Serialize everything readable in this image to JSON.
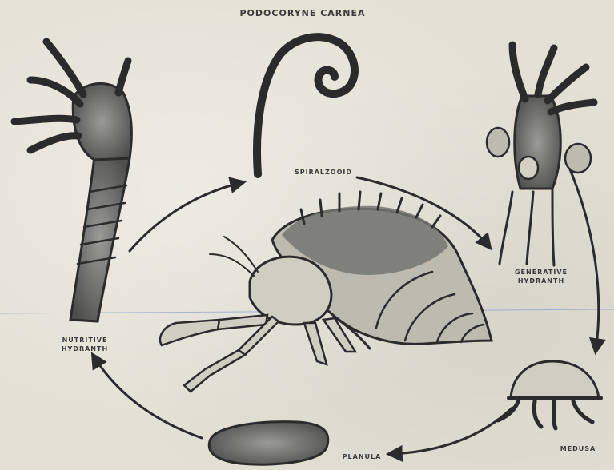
{
  "title": "PODOCORYNE CARNEA",
  "labels": {
    "nutritive_hydranth": [
      "NUTRITIVE",
      "HYDRANTH"
    ],
    "spiral_zooid": "SPIRALZOOID",
    "generative_hydranth": [
      "GENERATIVE",
      "HYDRANTH"
    ],
    "medusa": "MEDUSA",
    "planula": "PLANULA"
  }
}
